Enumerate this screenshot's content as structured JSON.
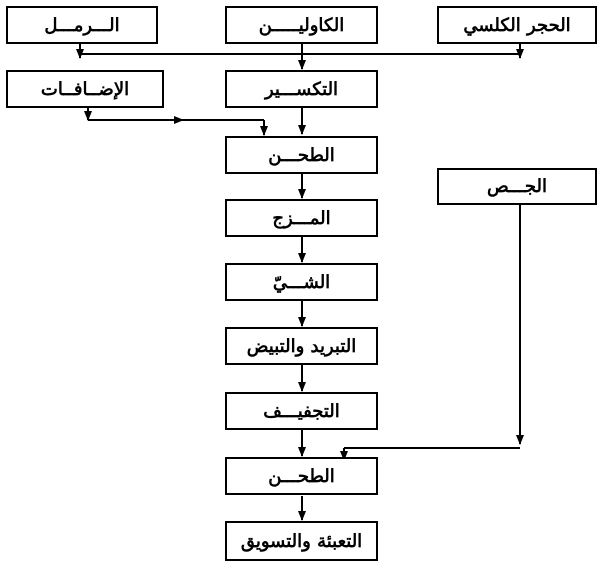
{
  "diagram": {
    "inputs": {
      "sand": "الـــرمـــل",
      "kaolin": "الكاوليـــــن",
      "limestone": "الحجر الكلسي",
      "additives": "الإضــافــات",
      "gypsum": "الجـــص"
    },
    "steps": {
      "crushing": "التكســـير",
      "grinding_1": "الطحـــن",
      "mixing": "المـــزج",
      "roasting": "الشـــيّ",
      "cooling_bleaching": "التبريد والتبيض",
      "drying": "التجفيـــف",
      "grinding_2": "الطحـــن",
      "packaging_marketing": "التعبئة والتسويق"
    }
  }
}
